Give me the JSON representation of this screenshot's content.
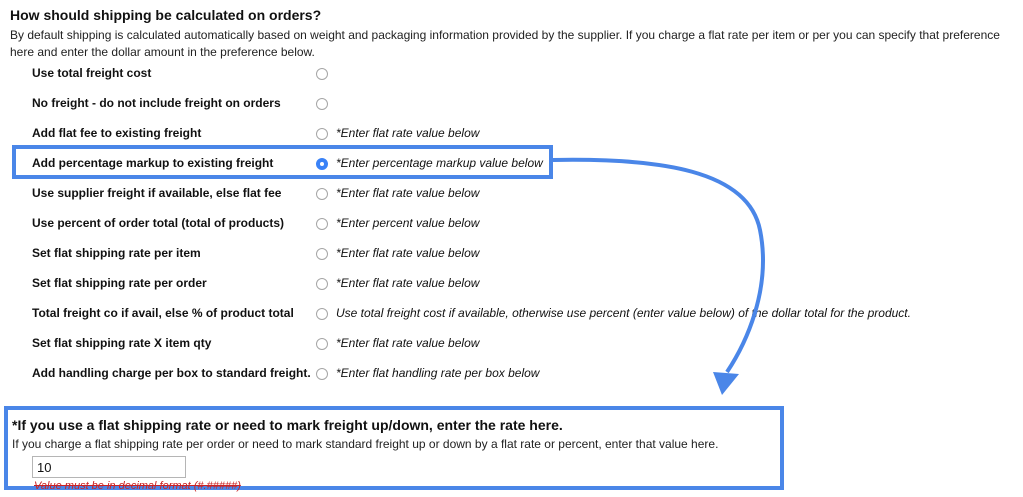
{
  "shipping": {
    "title": "How should shipping be calculated on orders?",
    "description": "By default shipping is calculated automatically based on weight and packaging information provided by the supplier. If you charge a flat rate per item or per you can specify that preference here and enter the dollar amount in the preference below.",
    "options": [
      {
        "label": "Use total freight cost",
        "hint": "",
        "checked": false
      },
      {
        "label": "No freight - do not include freight on orders",
        "hint": "",
        "checked": false
      },
      {
        "label": "Add flat fee to existing freight",
        "hint": "*Enter flat rate value below",
        "checked": false
      },
      {
        "label": "Add percentage markup to existing freight",
        "hint": "*Enter percentage markup value below",
        "checked": true
      },
      {
        "label": "Use supplier freight if available, else flat fee",
        "hint": "*Enter flat rate value below",
        "checked": false
      },
      {
        "label": "Use percent of order total (total of products)",
        "hint": "*Enter percent value below",
        "checked": false
      },
      {
        "label": "Set flat shipping rate per item",
        "hint": "*Enter flat rate value below",
        "checked": false
      },
      {
        "label": "Set flat shipping rate per order",
        "hint": "*Enter flat rate value below",
        "checked": false
      },
      {
        "label": "Total freight co if avail, else % of product total",
        "hint": "Use total freight cost if available, otherwise use percent (enter value below) of the dollar total for the product.",
        "checked": false
      },
      {
        "label": "Set flat shipping rate X item qty",
        "hint": "*Enter flat rate value below",
        "checked": false
      },
      {
        "label": "Add handling charge per box to standard freight.",
        "hint": "*Enter flat handling rate per box below",
        "checked": false
      }
    ]
  },
  "rate_section": {
    "title": "*If you use a flat shipping rate or need to mark freight up/down, enter the rate here.",
    "description": "If you charge a flat shipping rate per order or need to mark standard freight up or down by a flat rate or percent, enter that value here.",
    "value": "10",
    "warning": "Value must be in decimal format (#.#####)"
  },
  "colors": {
    "highlight": "#4a86e8",
    "radio_checked": "#3a82f7",
    "warning": "#cc2222"
  }
}
